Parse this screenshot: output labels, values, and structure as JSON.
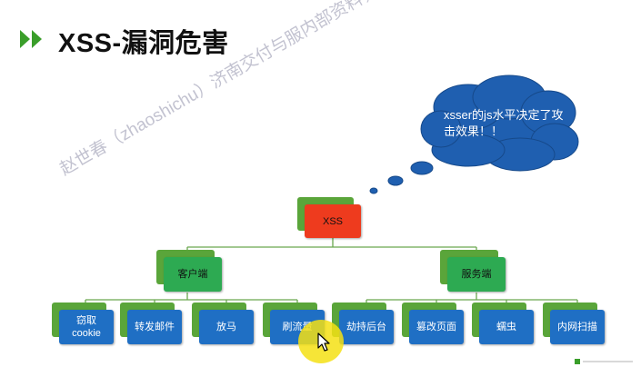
{
  "slide": {
    "title": "XSS-漏洞危害",
    "title_icon": "double-arrow-right-icon",
    "accent_color": "#3a9e2a"
  },
  "cloud": {
    "text": "xsser的js水平决定了攻击效果！！",
    "color": "#1f5fb0"
  },
  "tree": {
    "root": {
      "label": "XSS",
      "color": "#ee3b1e"
    },
    "branches": [
      {
        "label": "客户端",
        "color": "#2daa52",
        "leaves": [
          "窃取cookie",
          "转发邮件",
          "放马",
          "刷流量"
        ]
      },
      {
        "label": "服务端",
        "color": "#2daa52",
        "leaves": [
          "劫持后台",
          "篡改页面",
          "蠕虫",
          "内网扫描"
        ]
      }
    ],
    "leaf_color": "#1f6fc4",
    "connector_color": "#6aa84f"
  },
  "watermark": "赵世春（zhaoshichu）济南交付与服内部资料，请勿外泄",
  "cursor": {
    "icon": "pointer-cursor-icon",
    "highlight_color": "#f5e114"
  }
}
